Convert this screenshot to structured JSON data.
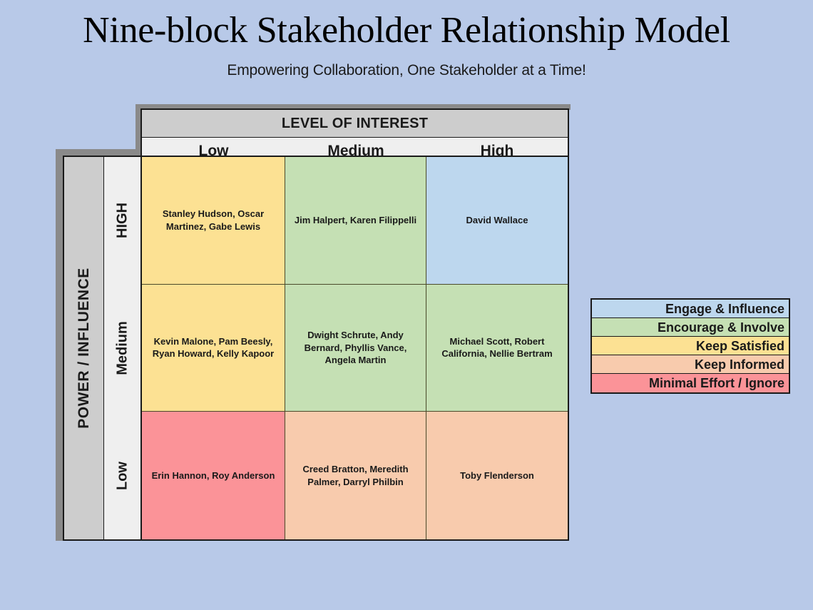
{
  "header": {
    "title": "Nine-block Stakeholder Relationship Model",
    "subtitle": "Empowering Collaboration, One Stakeholder at a Time!"
  },
  "matrix": {
    "column_axis_title": "LEVEL OF INTEREST",
    "column_labels": [
      "Low",
      "Medium",
      "High"
    ],
    "row_axis_title": "POWER / INFLUENCE",
    "row_labels": [
      "HIGH",
      "Medium",
      "Low"
    ],
    "cells": [
      {
        "row": "HIGH",
        "col": "Low",
        "color": "#fce193",
        "category": "Keep Satisfied",
        "text": "Stanley Hudson, Oscar Martinez, Gabe Lewis"
      },
      {
        "row": "HIGH",
        "col": "Medium",
        "color": "#c5e0b4",
        "category": "Encourage & Involve",
        "text": "Jim Halpert, Karen Filippelli"
      },
      {
        "row": "HIGH",
        "col": "High",
        "color": "#bdd7ee",
        "category": "Engage & Influence",
        "text": "David Wallace"
      },
      {
        "row": "Medium",
        "col": "Low",
        "color": "#fce193",
        "category": "Keep Satisfied",
        "text": "Kevin Malone, Pam Beesly, Ryan Howard, Kelly Kapoor"
      },
      {
        "row": "Medium",
        "col": "Medium",
        "color": "#c5e0b4",
        "category": "Encourage & Involve",
        "text": "Dwight Schrute, Andy Bernard, Phyllis Vance, Angela Martin"
      },
      {
        "row": "Medium",
        "col": "High",
        "color": "#c5e0b4",
        "category": "Encourage & Involve",
        "text": "Michael Scott, Robert California, Nellie Bertram"
      },
      {
        "row": "Low",
        "col": "Low",
        "color": "#fb9398",
        "category": "Minimal Effort / Ignore",
        "text": "Erin Hannon, Roy Anderson"
      },
      {
        "row": "Low",
        "col": "Medium",
        "color": "#f8cbad",
        "category": "Keep Informed",
        "text": "Creed Bratton, Meredith Palmer, Darryl Philbin"
      },
      {
        "row": "Low",
        "col": "High",
        "color": "#f8cbad",
        "category": "Keep Informed",
        "text": "Toby Flenderson"
      }
    ]
  },
  "legend": {
    "items": [
      {
        "label": "Engage & Influence",
        "color": "#bdd7ee"
      },
      {
        "label": "Encourage & Involve",
        "color": "#c5e0b4"
      },
      {
        "label": "Keep Satisfied",
        "color": "#fce193"
      },
      {
        "label": "Keep Informed",
        "color": "#f8cbad"
      },
      {
        "label": "Minimal Effort / Ignore",
        "color": "#fb9398"
      }
    ]
  },
  "theme": {
    "background": "#b8c9e8",
    "header_band": "#cdcdcd",
    "subheader_band": "#efefef",
    "border": "#1a1a1a",
    "shadow": "#8a8a8a"
  }
}
